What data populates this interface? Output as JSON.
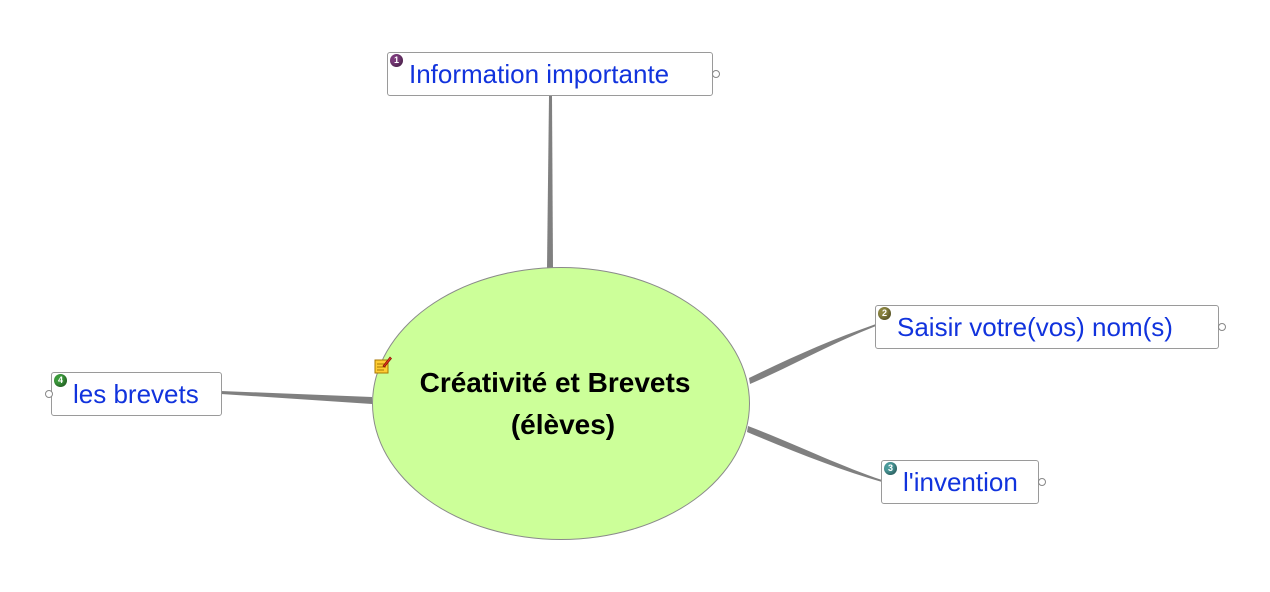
{
  "central": {
    "title_line1": "Créativité et Brevets",
    "title_line2": "(élèves)",
    "fill_color": "#ccff99",
    "note_icon": "note-icon"
  },
  "topics": [
    {
      "id": "information",
      "number": "1",
      "label": "Information importante",
      "badge_color": "#7a3a7a"
    },
    {
      "id": "saisir",
      "number": "2",
      "label": "Saisir votre(vos) nom(s)",
      "badge_color": "#8a8440"
    },
    {
      "id": "invention",
      "number": "3",
      "label": "l'invention",
      "badge_color": "#4a9a9a"
    },
    {
      "id": "brevets",
      "number": "4",
      "label": "les brevets",
      "badge_color": "#3c9a3c"
    }
  ],
  "colors": {
    "topic_text": "#1133dd",
    "connector": "#808080"
  }
}
